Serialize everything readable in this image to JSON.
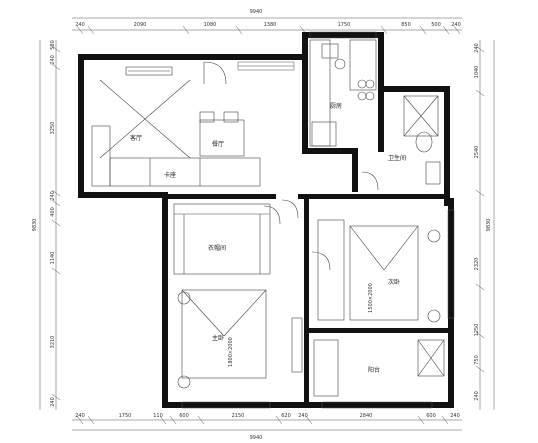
{
  "dims": {
    "top_total": "9940",
    "bottom_total": "9940",
    "left_total": "9830",
    "right_total": "9830",
    "top_segments": [
      "240",
      "2090",
      "1080",
      "1380",
      "1750",
      "850",
      "500",
      "240"
    ],
    "bottom_segments": [
      "240",
      "1750",
      "110",
      "600",
      "2150",
      "620",
      "240",
      "2840",
      "600",
      "240"
    ],
    "left_segments": [
      "240",
      "580",
      "3250",
      "240",
      "400",
      "1140",
      "3210",
      "240"
    ],
    "right_segments": [
      "240",
      "1040",
      "2540",
      "2320",
      "1250",
      "750",
      "240"
    ],
    "beds": [
      "1500×2000",
      "1800×2000"
    ]
  },
  "rooms": {
    "living_room": "客厅",
    "dining": "餐厅",
    "kitchen": "厨房",
    "bathroom": "卫生间",
    "cloakroom": "衣帽间",
    "second_bedroom": "次卧",
    "master_bedroom": "主卧",
    "sofa": "卡座",
    "balcony": "阳台"
  },
  "colors": {
    "wall": "#111111",
    "line": "#555555",
    "background": "#ffffff"
  }
}
